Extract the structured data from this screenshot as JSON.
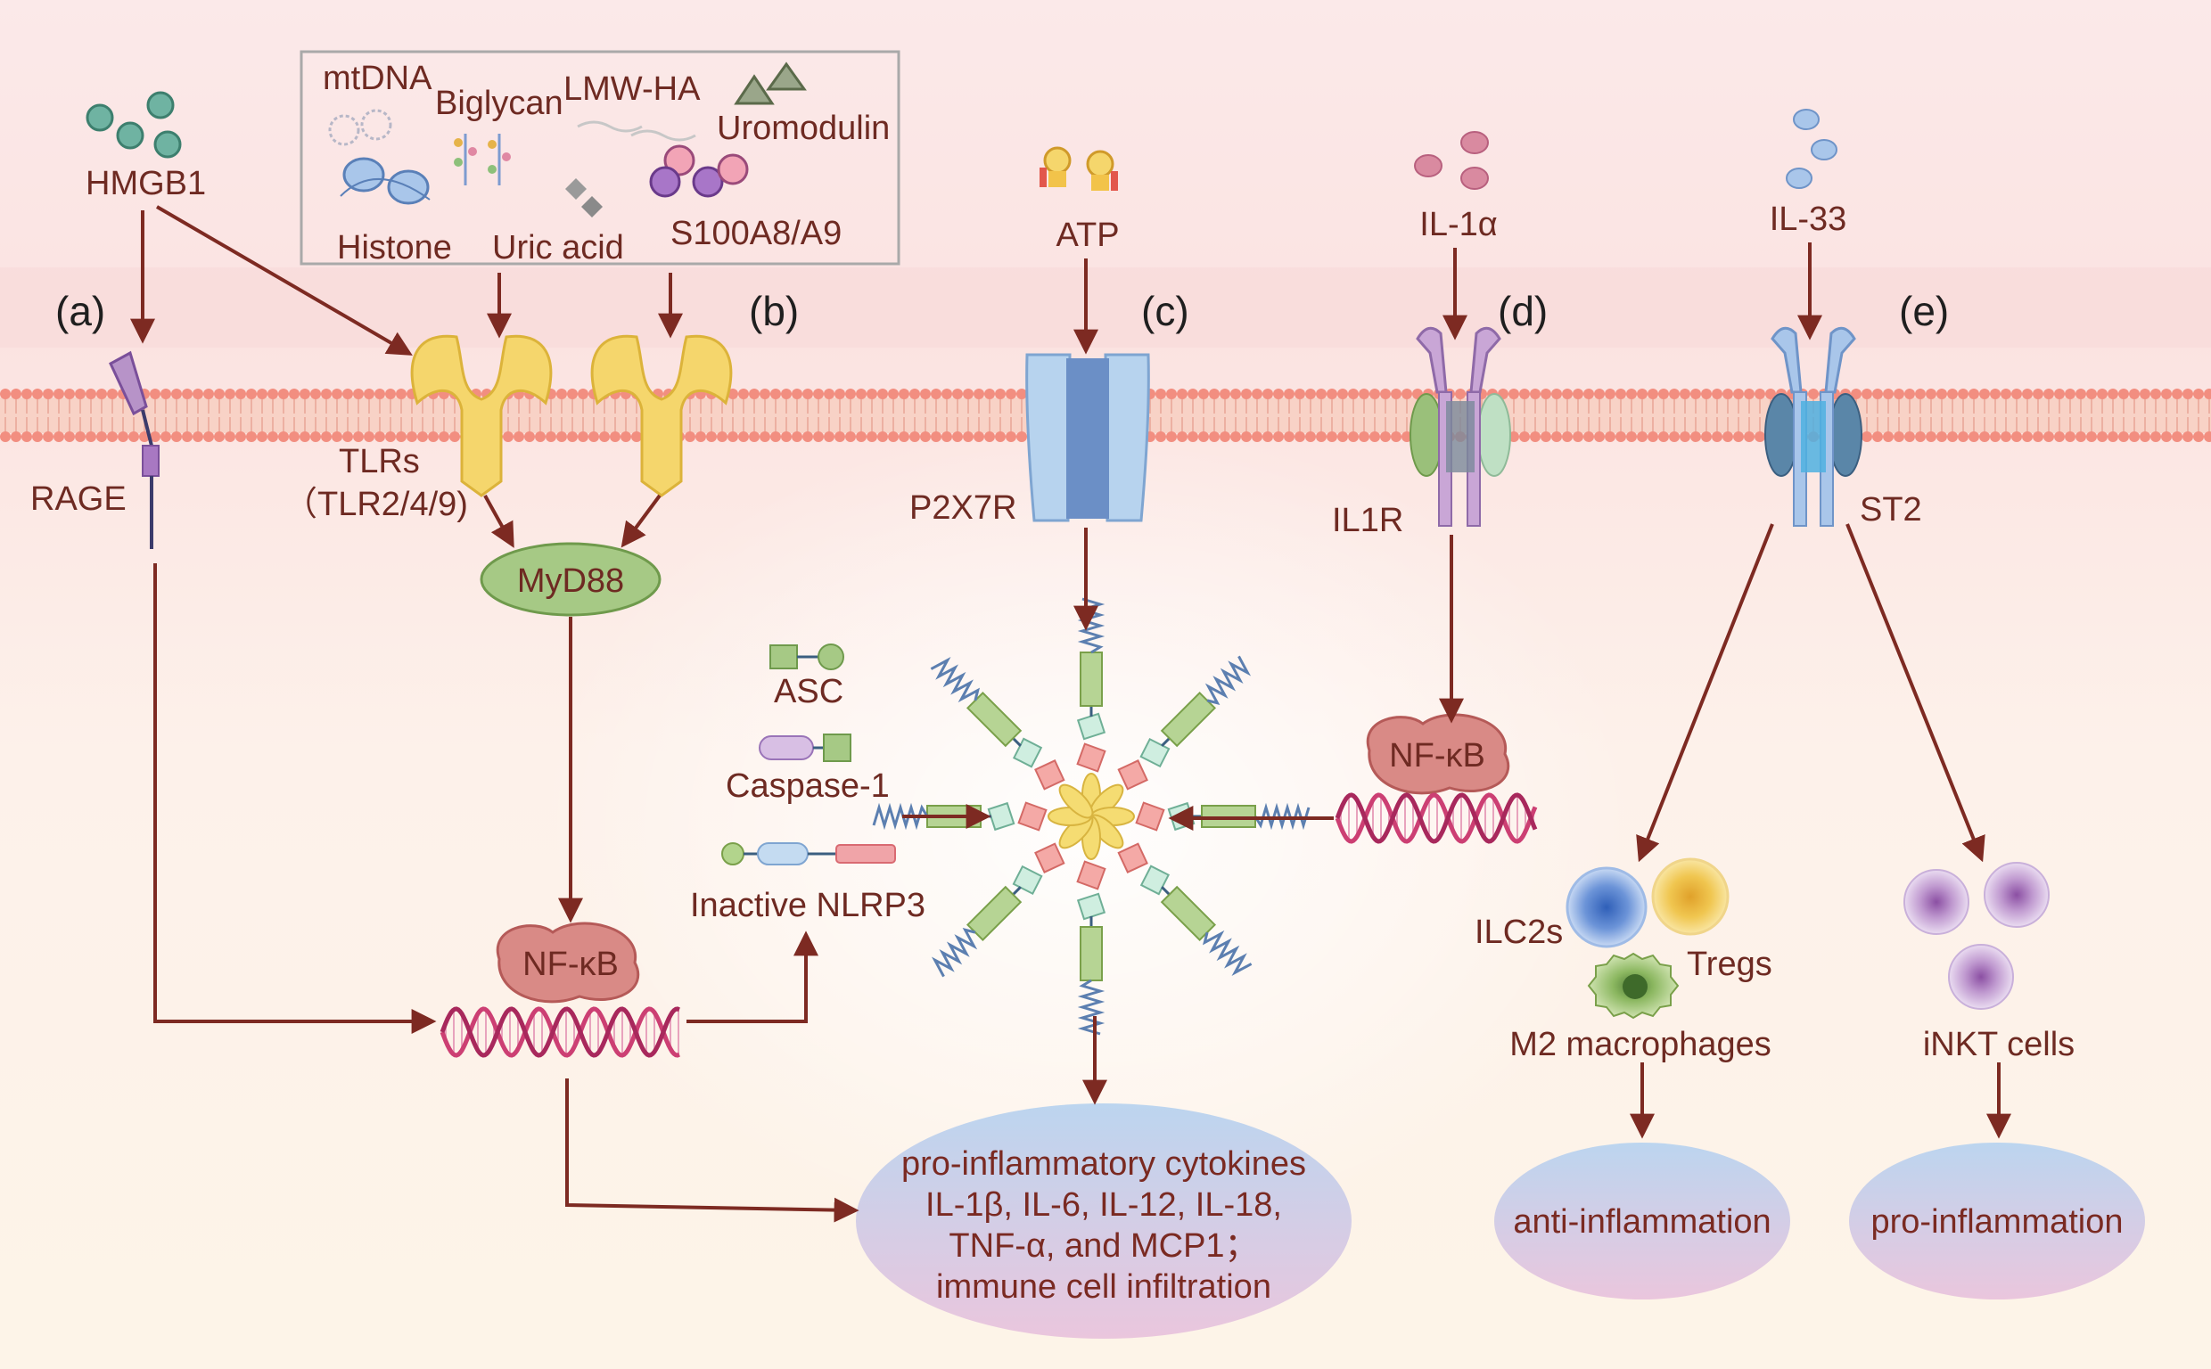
{
  "colors": {
    "arrow": "#7d2a22",
    "membrane": "#f28e80",
    "tlr": "#f5d66c",
    "myd88": "#a6c985",
    "nfkb": "#d98a86",
    "dna": "#cc3f73",
    "p2x7r_outer": "#b7d3ee",
    "p2x7r_inner": "#6b8fc6",
    "ellipse_top": "#bcd5ef",
    "ellipse_bottom": "#eac6dd"
  },
  "panels": {
    "a": "(a)",
    "b": "(b)",
    "c": "(c)",
    "d": "(d)",
    "e": "(e)"
  },
  "ligands": {
    "hmgb1": "HMGB1",
    "atp": "ATP",
    "il1a": "IL-1α",
    "il33": "IL-33"
  },
  "damps": {
    "mtdna": "mtDNA",
    "biglycan": "Biglycan",
    "lmwha": "LMW-HA",
    "uromodulin": "Uromodulin",
    "histone": "Histone",
    "uricacid": "Uric acid",
    "s100": "S100A8/A9"
  },
  "receptors": {
    "rage": "RAGE",
    "tlrs": "TLRs",
    "tlrs_sub": "（TLR2/4/9)",
    "p2x7r": "P2X7R",
    "il1r": "IL1R",
    "st2": "ST2"
  },
  "signals": {
    "myd88": "MyD88",
    "nfkb_main": "NF-κB",
    "nfkb_right": "NF-κB"
  },
  "inflammasome": {
    "asc": "ASC",
    "caspase1": "Caspase-1",
    "nlrp3": "Inactive NLRP3"
  },
  "cells": {
    "ilc2s": "ILC2s",
    "tregs": "Tregs",
    "m2": "M2 macrophages",
    "inkt": "iNKT cells"
  },
  "outcomes": {
    "cytokines_lines": [
      "pro-inflammatory cytokines",
      "IL-1β, IL-6, IL-12, IL-18,",
      "TNF-α, and MCP1；",
      "immune cell infiltration"
    ],
    "anti": "anti-inflammation",
    "pro": "pro-inflammation"
  }
}
